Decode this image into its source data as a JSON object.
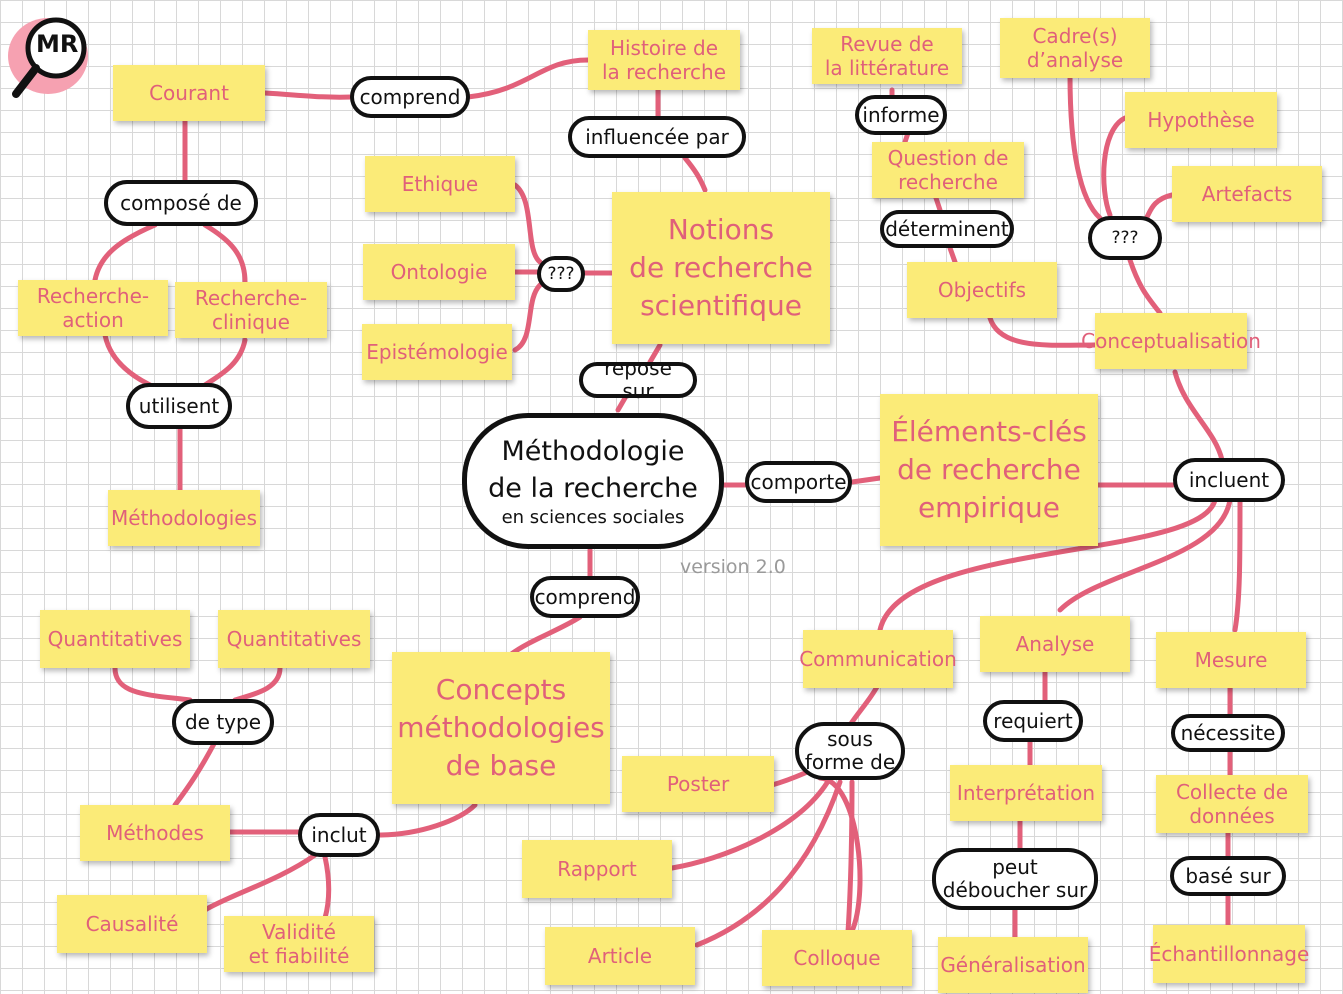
{
  "logo": {
    "text": "MR",
    "icon": "magnifier-logo-icon"
  },
  "colors": {
    "note_bg": "#fbeb78",
    "note_text": "#e0607a",
    "connector": "#e2607a",
    "outline": "#111111"
  },
  "center": {
    "title": "Méthodologie\nde la recherche",
    "subtitle": "en sciences sociales"
  },
  "version": "version 2.0",
  "notes": {
    "courant": "Courant",
    "histoire": "Histoire de\nla recherche",
    "revue": "Revue de\nla littérature",
    "cadres": "Cadre(s)\nd’analyse",
    "hypothese": "Hypothèse",
    "artefacts": "Artefacts",
    "ethique": "Ethique",
    "ontologie": "Ontologie",
    "epistemologie": "Epistémologie",
    "notions": "Notions\nde recherche\nscientifique",
    "question": "Question de\nrecherche",
    "objectifs": "Objectifs",
    "conceptualisation": "Conceptualisation",
    "recherche_action": "Recherche-\naction",
    "recherche_clinique": "Recherche-\nclinique",
    "methodologies": "Méthodologies",
    "elements": "Éléments-clés\nde recherche\nempirique",
    "quantitatives_1": "Quantitatives",
    "quantitatives_2": "Quantitatives",
    "concepts": "Concepts\nméthodologies\nde base",
    "communication": "Communication",
    "analyse": "Analyse",
    "mesure": "Mesure",
    "poster": "Poster",
    "rapport": "Rapport",
    "article": "Article",
    "colloque": "Colloque",
    "methodes": "Méthodes",
    "causalite": "Causalité",
    "validite": "Validité\net fiabilité",
    "interpretation": "Interprétation",
    "generalisation": "Généralisation",
    "collecte": "Collecte de\ndonnées",
    "echantillonnage": "Échantillonnage"
  },
  "links": {
    "comprend_top": "comprend",
    "influencee": "influencée par",
    "informe": "informe",
    "compose": "composé de",
    "qqq_left": "???",
    "qqq_right": "???",
    "determinent": "déterminent",
    "utilisent": "utilisent",
    "repose": "repose sur",
    "comporte": "comporte",
    "incluent": "incluent",
    "comprend_bottom": "comprend",
    "de_type": "de type",
    "requiert": "requiert",
    "necessite": "nécessite",
    "sous_forme": "sous\nforme de",
    "inclut": "inclut",
    "peut": "peut\ndéboucher sur",
    "base_sur": "basé sur"
  }
}
